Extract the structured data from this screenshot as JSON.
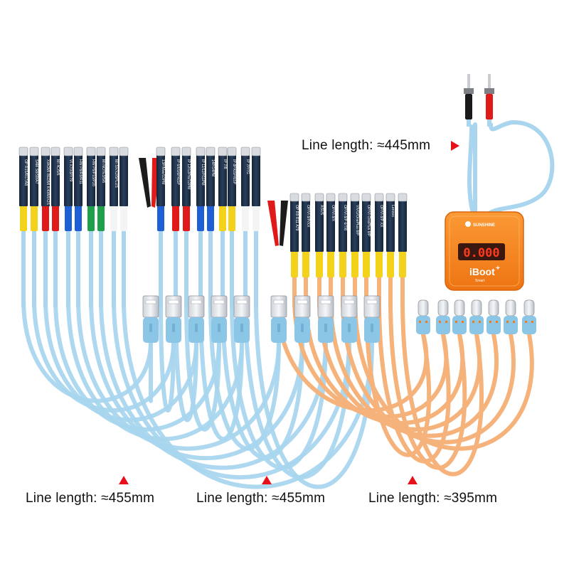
{
  "captions": {
    "top": "Line length: ≈445mm",
    "left": "Line length: ≈455mm",
    "middle": "Line length: ≈455mm",
    "right": "Line length: ≈395mm"
  },
  "colors": {
    "blue_cable": "#a9d6ee",
    "orange_cable": "#f5b27a",
    "flex_board": "#1e2f45",
    "accent_red": "#e8101a",
    "device_body": "#f7861f"
  },
  "left_group_labels": [
    "OP R15/R17/A8",
    "SAM S8/S9/A7",
    "XIAOMI REDMI K40/MIX2S",
    "MI 4C/5/6",
    "VI X7/X9/Y79",
    "HW P8/R9/R11",
    "HW P9/P10/P20",
    "MI NOTE3/5/6",
    "MI SX/X2/5PLUS",
    "",
    "13P/Max/13PM",
    "IP 6/6S/6P/6SP",
    "IP 12/12Pro/12PM",
    "IP 11/11P/11PM",
    "14P/14PM",
    "IP 7/8",
    "IP 8P/6SP/6SP",
    "IP 7P/7G"
  ],
  "right_group_labels": [
    "OP R9 R11 A79",
    "OP/VI 8/P/XX",
    "ASUS",
    "OP/VI 8/X",
    "OP/VI 8/P 6/7/8",
    "VIVO/OnePlus 8/P",
    "OP/VI OnePlus 8/P",
    "OP/VI 8/P XX",
    "Lenovo"
  ],
  "device": {
    "brand": "SUNSHINE",
    "display": "0.000",
    "model": "iBoot",
    "model_suffix": "+",
    "model_sub": "Smart"
  }
}
